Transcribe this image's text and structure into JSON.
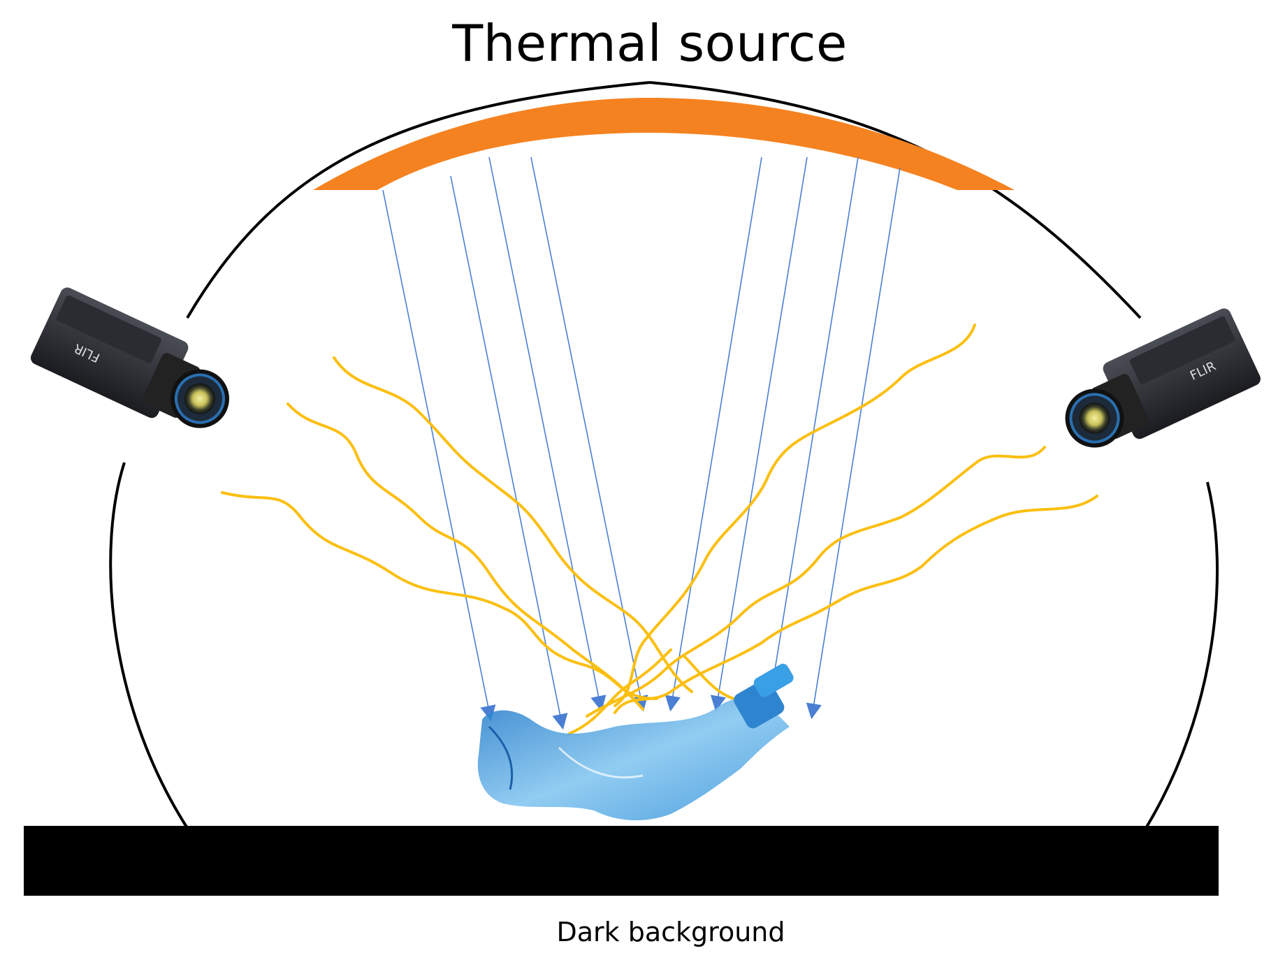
{
  "title": "Thermal source",
  "bottom_label": "Dark background",
  "camera_brand": "FLIR",
  "colors": {
    "thermal_source": "#f58220",
    "heat_waves": "#fbbf10",
    "rays": "#4a7fd4",
    "enclosure": "#000000",
    "background_bar": "#000000",
    "bottle": "#2f8fd8"
  },
  "icons": [
    "thermal-camera-icon",
    "plastic-bottle-icon"
  ]
}
